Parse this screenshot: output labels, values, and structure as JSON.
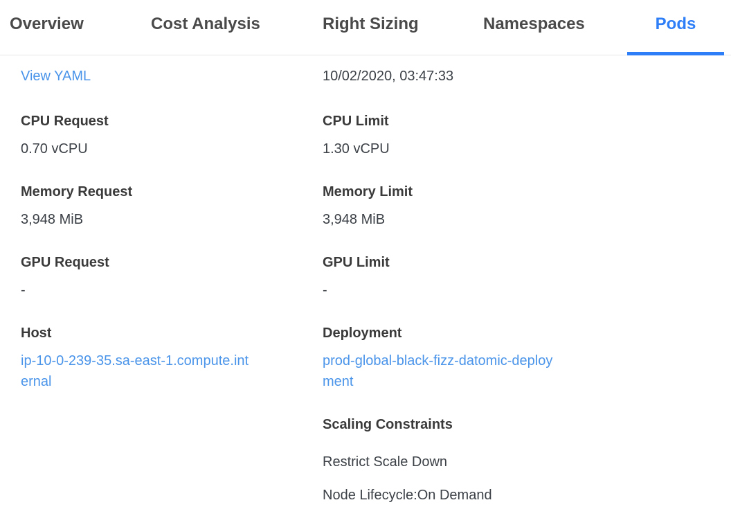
{
  "tabs": [
    {
      "label": "Overview",
      "active": false
    },
    {
      "label": "Cost Analysis",
      "active": false
    },
    {
      "label": "Right Sizing",
      "active": false
    },
    {
      "label": "Namespaces",
      "active": false
    },
    {
      "label": "Pods",
      "active": true
    }
  ],
  "panel": {
    "view_yaml_label": "View YAML",
    "timestamp": "10/02/2020, 03:47:33",
    "left_fields": [
      {
        "label": "CPU Request",
        "value": "0.70 vCPU"
      },
      {
        "label": "Memory Request",
        "value": "3,948 MiB"
      },
      {
        "label": "GPU Request",
        "value": "-"
      },
      {
        "label": "Host",
        "value": "ip-10-0-239-35.sa-east-1.compute.internal"
      }
    ],
    "right_fields": [
      {
        "label": "CPU Limit",
        "value": "1.30 vCPU"
      },
      {
        "label": "Memory Limit",
        "value": "3,948 MiB"
      },
      {
        "label": "GPU Limit",
        "value": "-"
      },
      {
        "label": "Deployment",
        "value": "prod-global-black-fizz-datomic-deployment"
      }
    ],
    "scaling": {
      "title": "Scaling Constraints",
      "items": [
        "Restrict Scale Down",
        "Node Lifecycle:On Demand"
      ]
    }
  },
  "colors": {
    "active_tab_blue": "#2e7ef7",
    "link_blue": "#4a94ea",
    "label_gray": "#3a3a3a",
    "value_gray": "#3c4147",
    "tab_inactive_gray": "#4a4a4a",
    "divider_gray": "#e7e7e7"
  }
}
